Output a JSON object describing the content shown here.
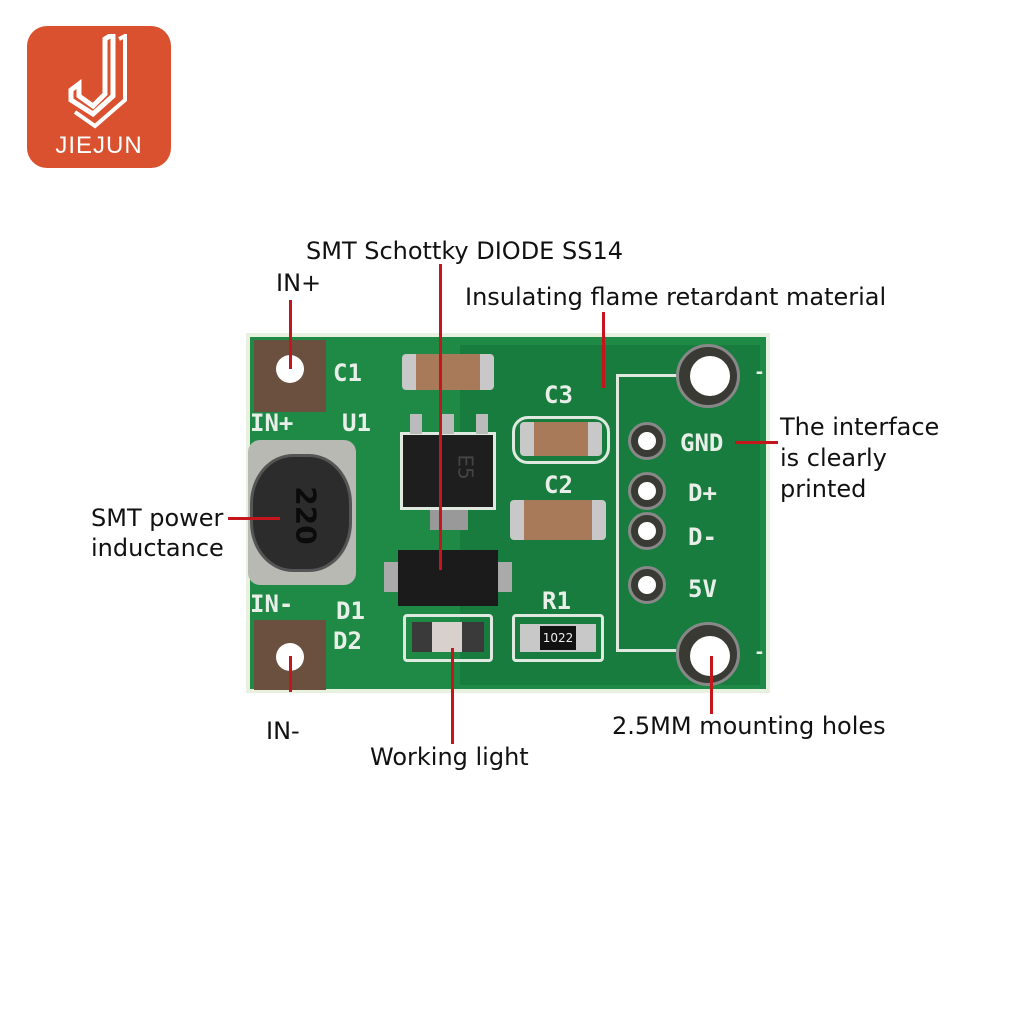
{
  "logo": {
    "text": "JIEJUN",
    "color": "#d9512f"
  },
  "board_silkscreen": {
    "c1": "C1",
    "in_plus": "IN+",
    "u1": "U1",
    "in_minus": "IN-",
    "d1": "D1",
    "d2": "D2",
    "c3": "C3",
    "c2": "C2",
    "r1": "R1",
    "gnd": "GND",
    "d_plus": "D+",
    "d_minus": "D-",
    "v5": "5V",
    "inductor_marking": "220",
    "resistor_marking": "1022",
    "u1_marking": "E5",
    "minus_top": "-",
    "minus_bottom": "-"
  },
  "annotations": {
    "in_plus": "IN+",
    "diode": "SMT Schottky DIODE SS14",
    "insulating": "Insulating flame retardant material",
    "interface_line1": "The interface",
    "interface_line2": "is clearly",
    "interface_line3": "printed",
    "inductor_line1": "SMT power",
    "inductor_line2": "inductance",
    "in_minus": "IN-",
    "working_light": "Working light",
    "mounting_holes": "2.5MM mounting holes"
  },
  "colors": {
    "board": "#1f8a45",
    "annotation_line": "#c4161c"
  }
}
